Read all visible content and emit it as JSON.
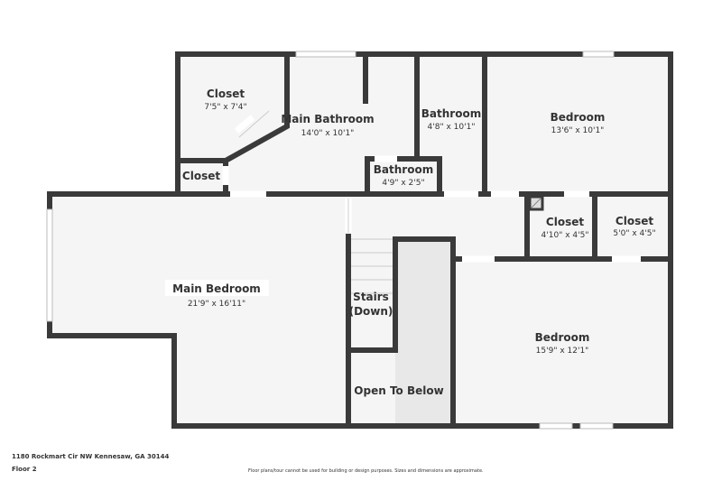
{
  "rooms": [
    {
      "name": "Closet",
      "dim": "7'5\" x 7'4\""
    },
    {
      "name": "Main Bathroom",
      "dim": "14'0\" x 10'1\""
    },
    {
      "name": "Bathroom",
      "dim": "4'8\" x 10'1\""
    },
    {
      "name": "Bedroom",
      "dim": "13'6\" x 10'1\""
    },
    {
      "name": "Closet",
      "dim": ""
    },
    {
      "name": "Bathroom",
      "dim": "4'9\" x 2'5\""
    },
    {
      "name": "Closet",
      "dim": "4'10\" x 4'5\""
    },
    {
      "name": "Closet",
      "dim": "5'0\" x 4'5\""
    },
    {
      "name": "Main Bedroom",
      "dim": "21'9\" x 16'11\""
    },
    {
      "name": "Stairs",
      "name2": "(Down)",
      "dim": ""
    },
    {
      "name": "Bedroom",
      "dim": "15'9\" x 12'1\""
    },
    {
      "name": "Open To Below",
      "dim": ""
    }
  ],
  "footer": {
    "address": "1180 Rockmart Cir NW Kennesaw, GA 30144",
    "floor": "Floor 2",
    "disclaimer": "Floor plans/tour cannot be used for building or design purposes. Sizes and dimensions are approximate."
  },
  "colors": {
    "wall": "#3a3a3a",
    "floor": "#f5f5f5",
    "open_below": "#e8e8e8"
  }
}
